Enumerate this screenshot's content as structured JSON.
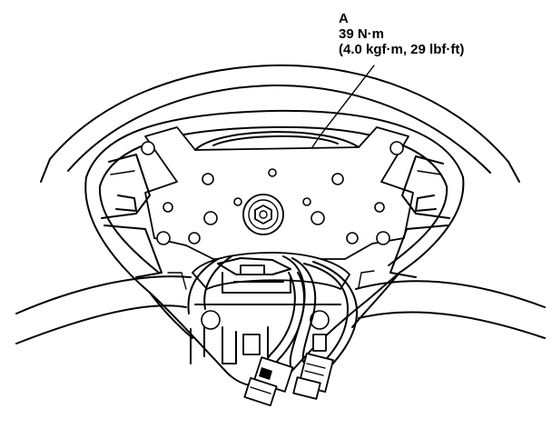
{
  "callout": {
    "label": "A",
    "torque_nm": "39 N·m",
    "torque_alt": "(4.0 kgf·m, 29 lbf·ft)"
  },
  "parts": {
    "bolt": "bolt-A",
    "steering_wheel": "steering-wheel",
    "connectors": [
      "connector-left",
      "connector-right"
    ]
  }
}
